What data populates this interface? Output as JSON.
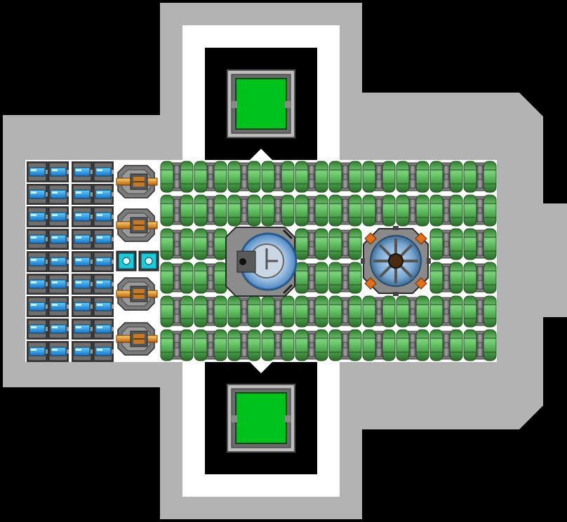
{
  "ship": {
    "hull_color": "#b3b3b3",
    "interior_color": "#ffffff",
    "void_color": "#000000",
    "door_color": "#00c21c",
    "tank_color": "#4a9a4a",
    "pipe_color": "#6e6e6e"
  },
  "modules": {
    "docking_doors": [
      {
        "name": "docking-door-top",
        "icon": "green-door-icon"
      },
      {
        "name": "docking-door-bottom",
        "icon": "green-door-icon"
      }
    ],
    "battery_bank": {
      "columns": 2,
      "rows": 9,
      "icon": "battery-cell-icon"
    },
    "thrusters": {
      "count": 4,
      "icon": "orange-thruster-icon"
    },
    "power_nodes": {
      "count": 2,
      "icon": "cyan-power-node-icon"
    },
    "cockpit": {
      "icon": "cockpit-dome-icon"
    },
    "reactor": {
      "icon": "reactor-core-icon",
      "accent": "#e07020"
    },
    "fuel_tanks": {
      "icon": "fuel-tank-icon"
    }
  }
}
